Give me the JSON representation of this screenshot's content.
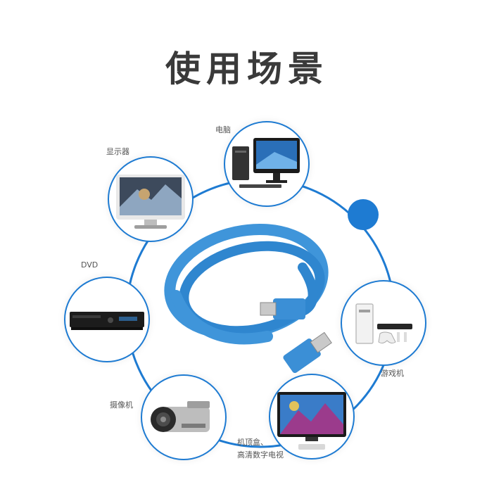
{
  "title": "使用场景",
  "accent_color": "#1e7bd2",
  "cable_color": "#3f95da",
  "scenes": [
    {
      "id": "computer",
      "label": "电脑",
      "icon": "desktop-computer-icon"
    },
    {
      "id": "monitor",
      "label": "显示器",
      "icon": "monitor-icon"
    },
    {
      "id": "dvd",
      "label": "DVD",
      "icon": "dvd-player-icon"
    },
    {
      "id": "camcorder",
      "label": "摄像机",
      "icon": "camcorder-icon"
    },
    {
      "id": "settopbox",
      "label_line1": "机顶盒、",
      "label_line2": "高清数字电视",
      "icon": "tv-set-top-box-icon"
    },
    {
      "id": "game",
      "label": "游戏机",
      "icon": "game-console-icon"
    }
  ]
}
